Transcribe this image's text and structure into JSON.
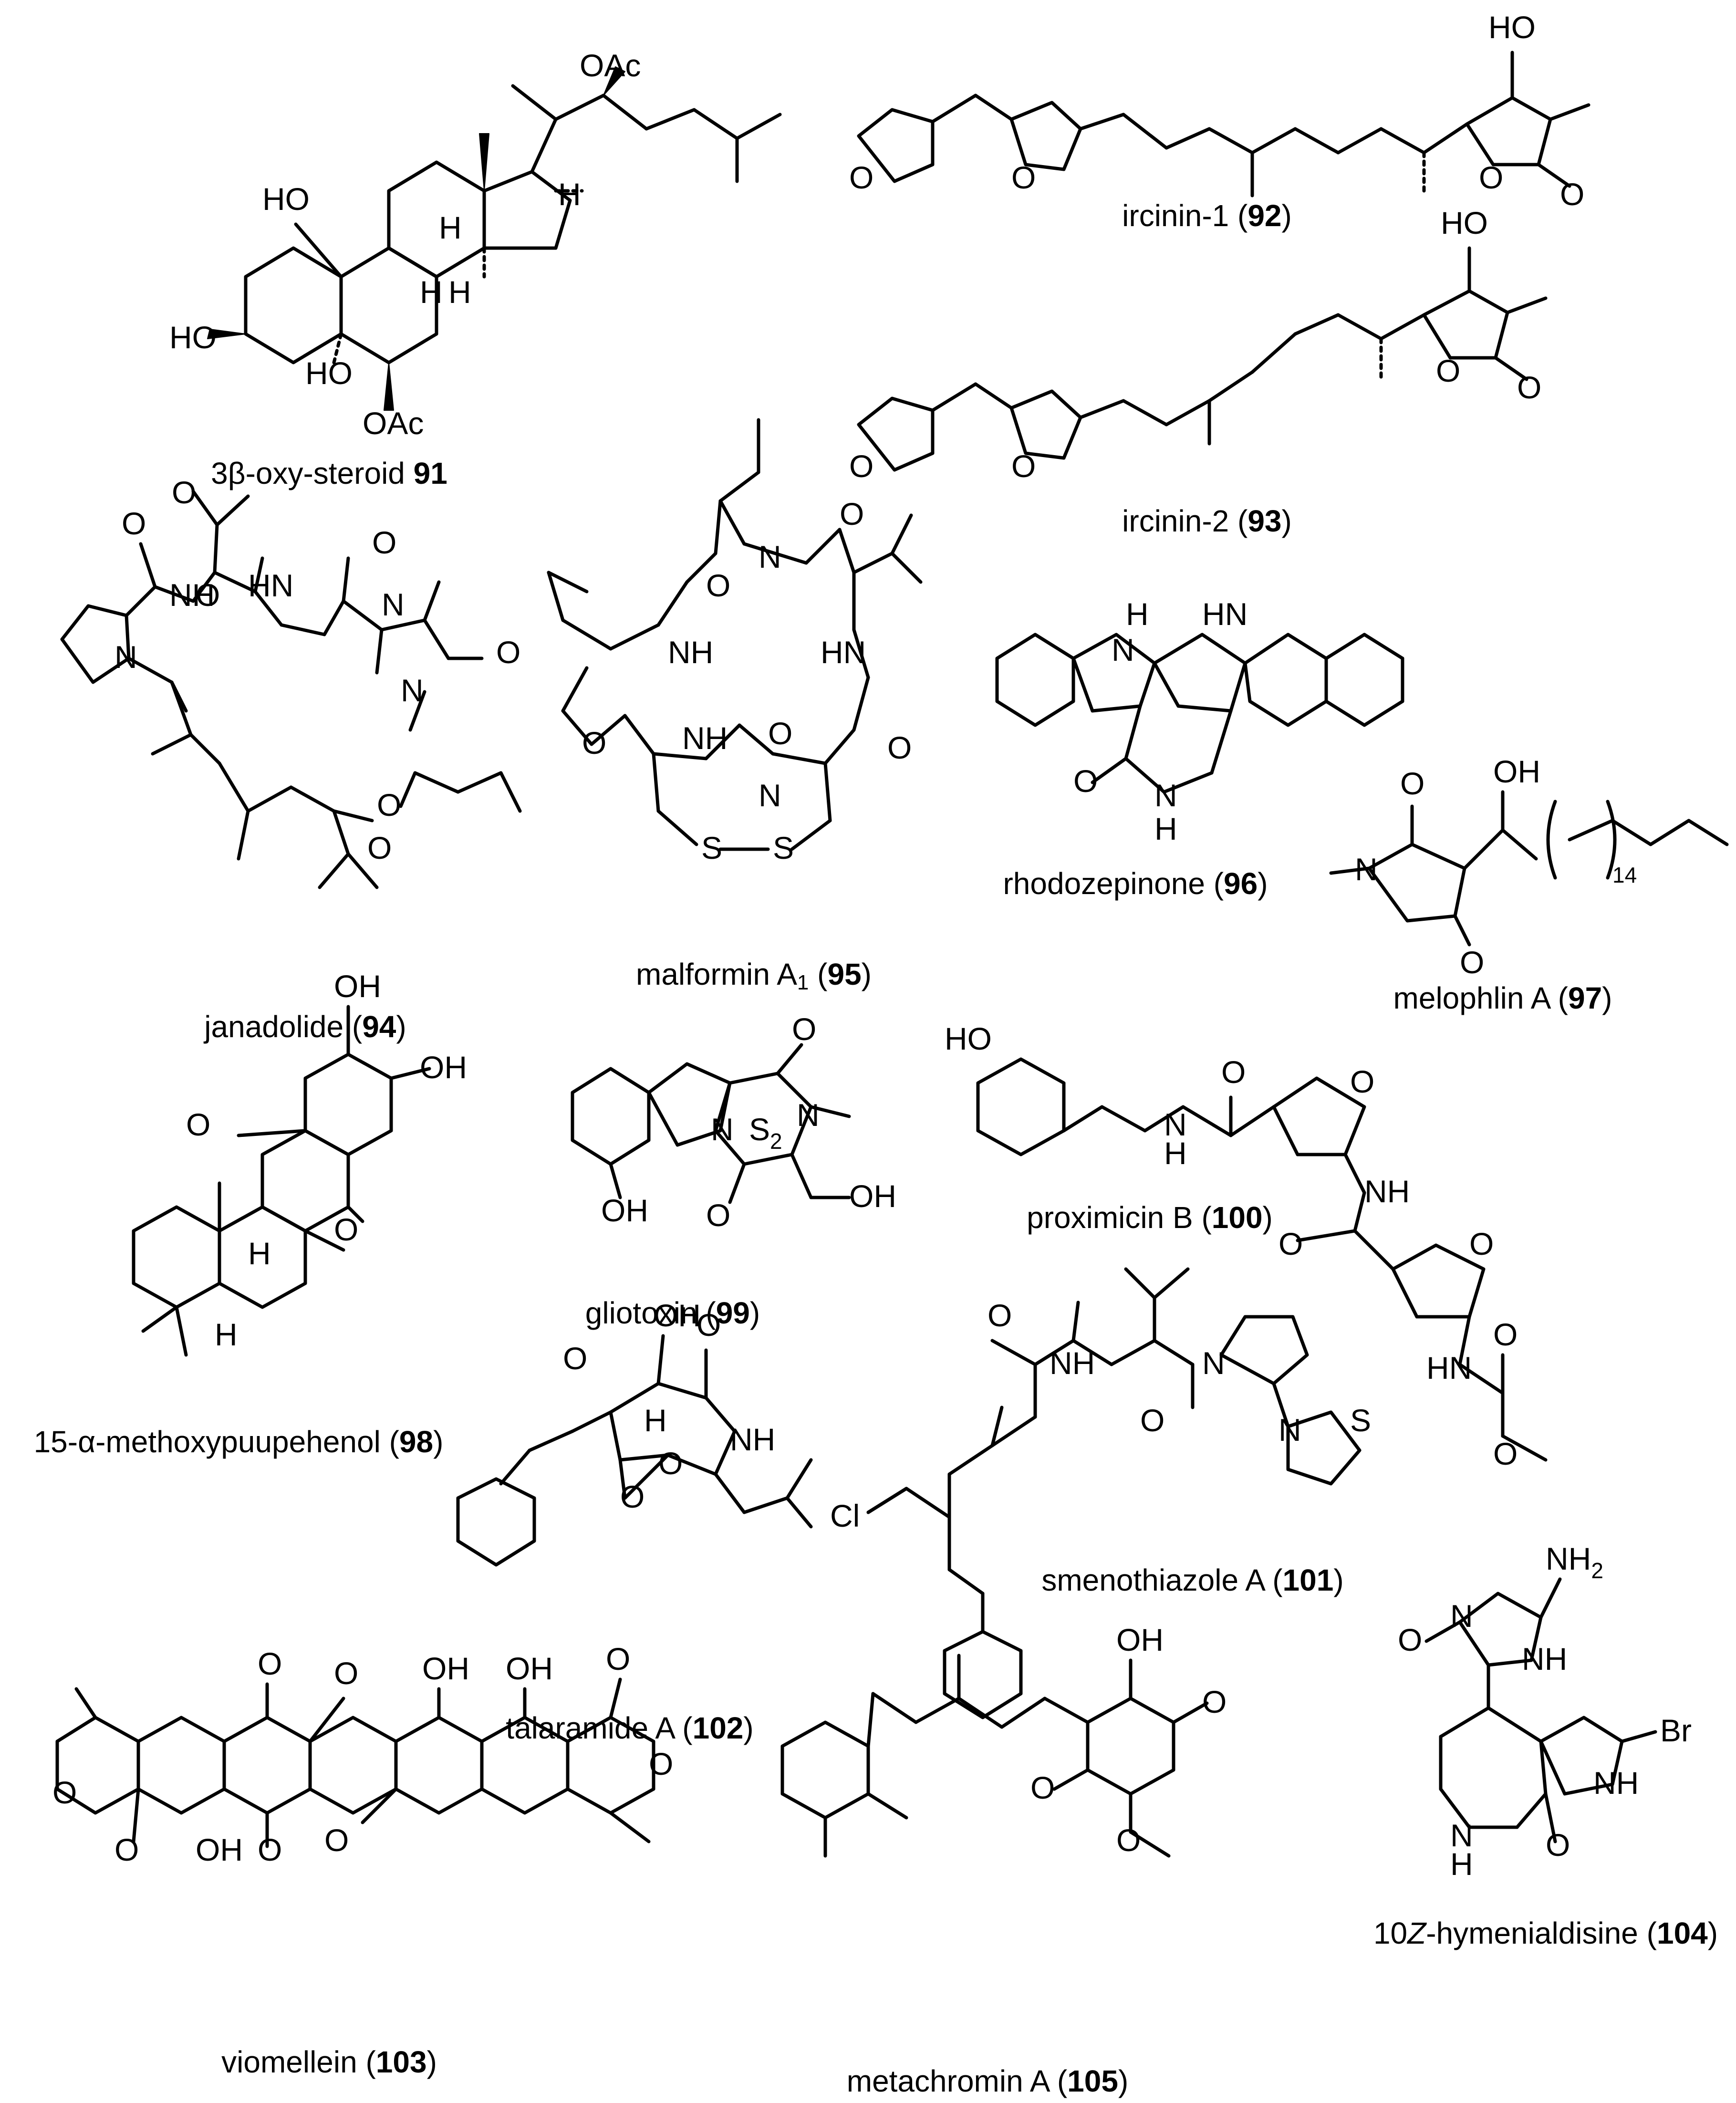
{
  "compounds": [
    {
      "id": "91",
      "name": "3β-oxy-steroid",
      "num": "91",
      "style": "plain"
    },
    {
      "id": "92",
      "name": "ircinin-1",
      "num": "92",
      "style": "paren"
    },
    {
      "id": "93",
      "name": "ircinin-2",
      "num": "93",
      "style": "paren"
    },
    {
      "id": "94",
      "name": "janadolide",
      "num": "94",
      "style": "paren"
    },
    {
      "id": "95",
      "name": "malformin A",
      "sub": "1",
      "num": "95",
      "style": "paren"
    },
    {
      "id": "96",
      "name": "rhodozepinone",
      "num": "96",
      "style": "paren"
    },
    {
      "id": "97",
      "name": "melophlin A",
      "num": "97",
      "style": "paren"
    },
    {
      "id": "98",
      "name": "15-α-methoxypuupehenol",
      "num": "98",
      "style": "paren"
    },
    {
      "id": "99",
      "name": "gliotoxin",
      "num": "99",
      "style": "paren"
    },
    {
      "id": "100",
      "name": "proximicin B",
      "num": "100",
      "style": "paren"
    },
    {
      "id": "101",
      "name": "smenothiazole A",
      "num": "101",
      "style": "paren"
    },
    {
      "id": "102",
      "name": "talaramide A",
      "num": "102",
      "style": "paren"
    },
    {
      "id": "103",
      "name": "viomellein",
      "num": "103",
      "style": "paren"
    },
    {
      "id": "104",
      "prefix": "10",
      "italic": "Z",
      "name": "-hymenialdisine",
      "num": "104",
      "style": "paren"
    },
    {
      "id": "105",
      "name": "metachromin A",
      "num": "105",
      "style": "paren"
    }
  ],
  "atom_labels": {
    "OAc": "OAc",
    "HO": "HO",
    "OH": "OH",
    "H": "H",
    "O": "O",
    "N": "N",
    "NH": "NH",
    "HN": "HN",
    "S": "S",
    "S2": "S",
    "S2_sub": "2",
    "Cl": "Cl",
    "Br": "Br",
    "NH2": "NH",
    "NH2_sub": "2",
    "n14": "14"
  }
}
